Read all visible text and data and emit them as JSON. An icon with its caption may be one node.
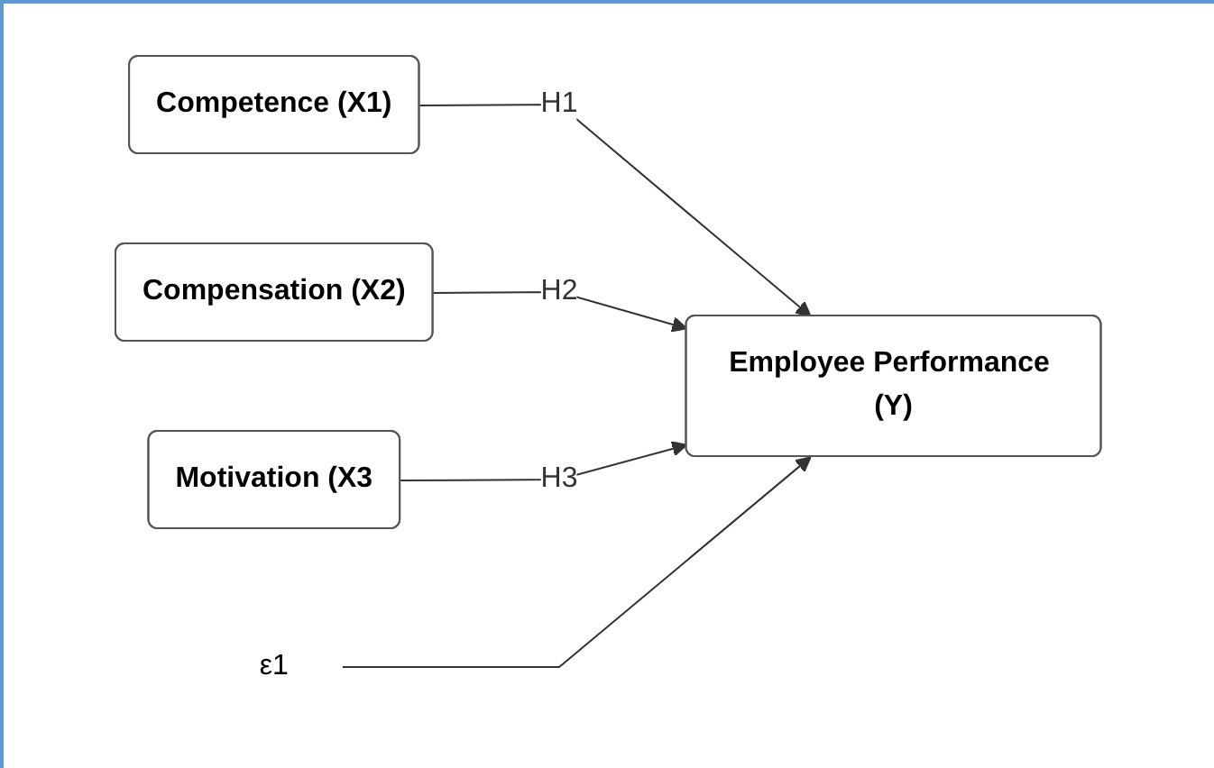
{
  "diagram": {
    "nodes": [
      {
        "text": [
          "Competence (X1)"
        ]
      },
      {
        "text": [
          "Compensation (X2)"
        ]
      },
      {
        "text": [
          "Motivation (X3"
        ]
      },
      {
        "text": [
          "Employee Performance (Y)"
        ]
      },
      {
        "text": [
          "ε1"
        ]
      }
    ],
    "edges": [
      {
        "from": 0,
        "to": 3,
        "arrow": "to",
        "label": "H1"
      },
      {
        "from": 1,
        "to": 3,
        "arrow": "to",
        "label": "H2"
      },
      {
        "from": 2,
        "to": 3,
        "arrow": "to",
        "label": "H3"
      },
      {
        "from": 4,
        "to": 3,
        "arrow": "to"
      }
    ]
  }
}
